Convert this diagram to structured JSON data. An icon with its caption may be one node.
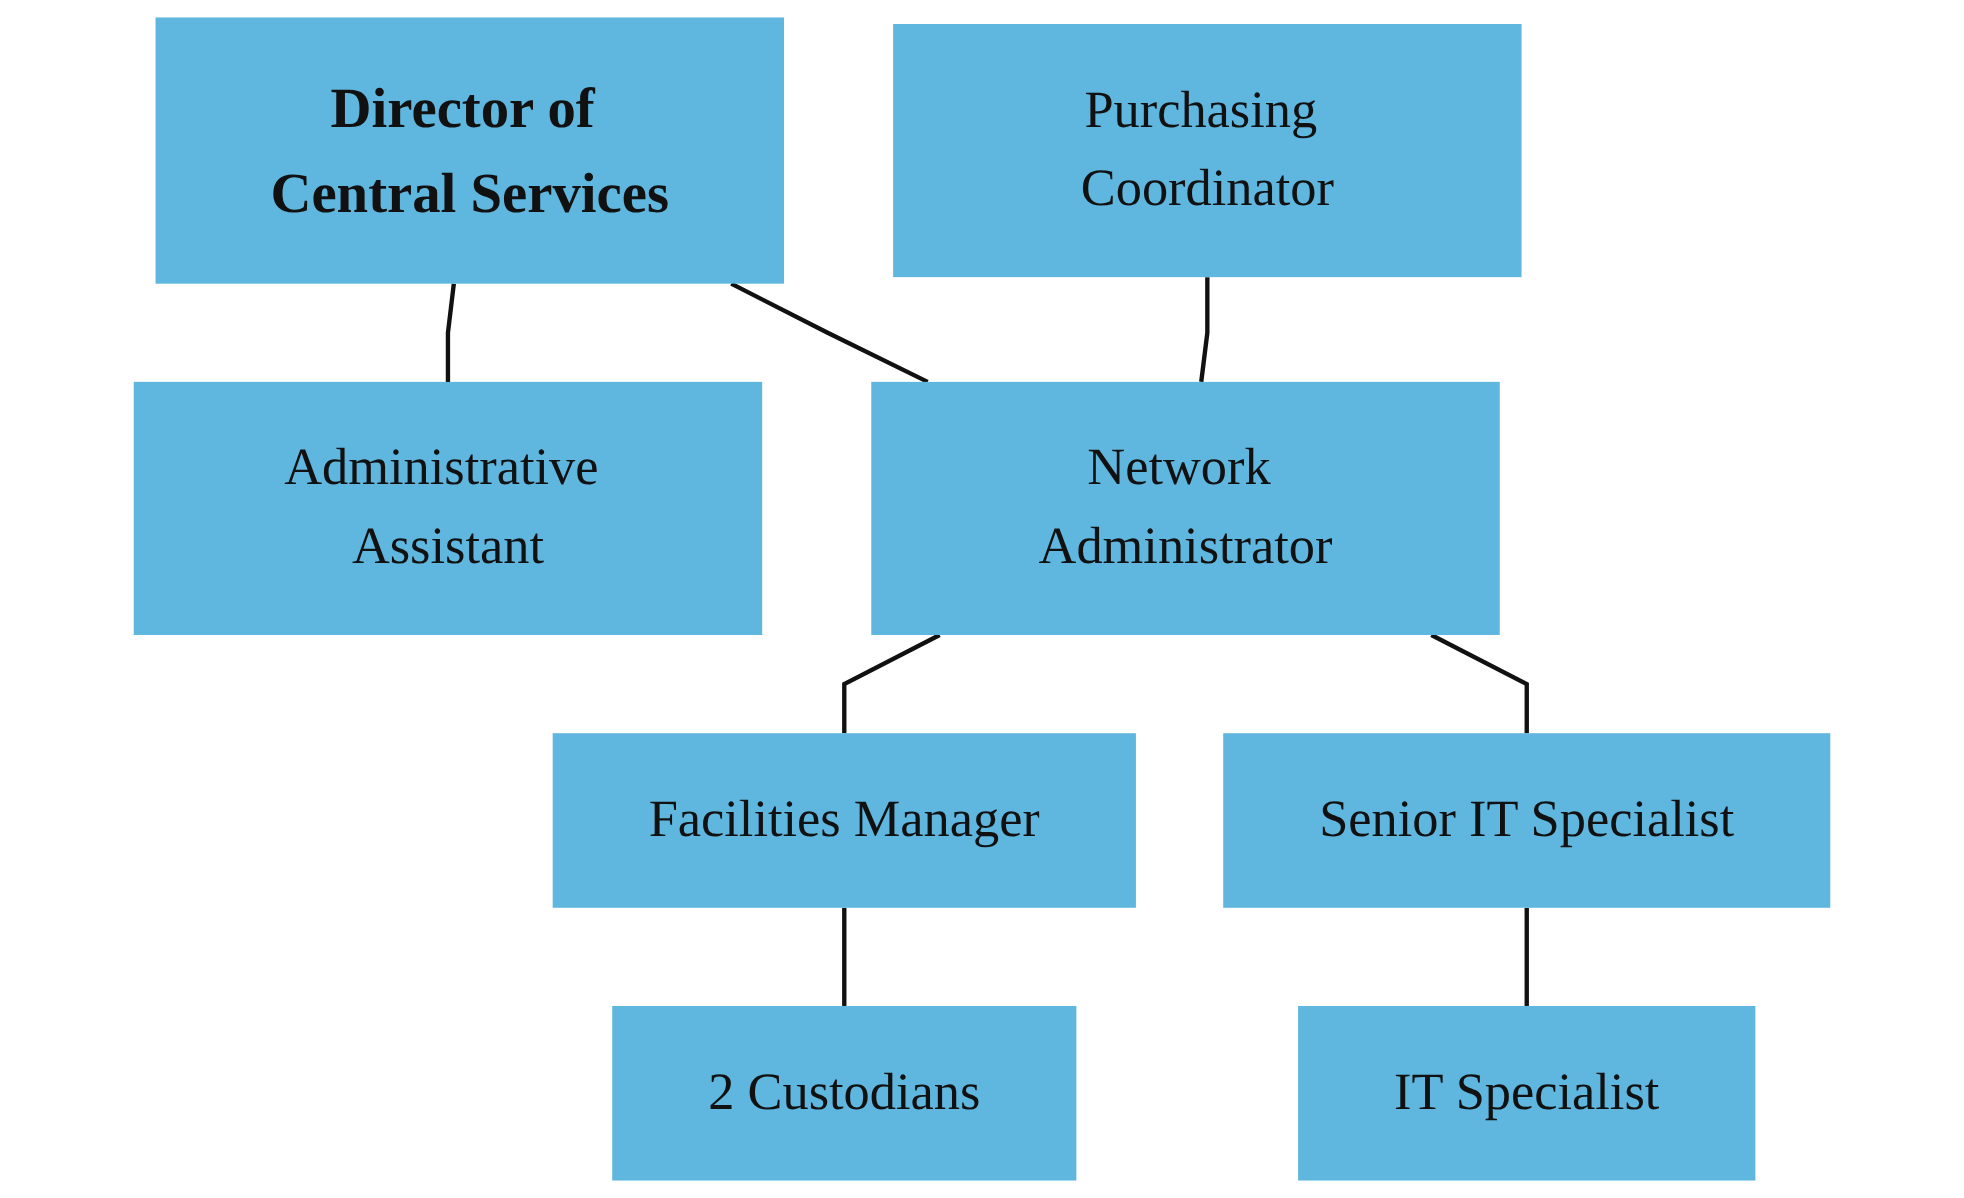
{
  "diagram": {
    "nodes": [
      {
        "text": [
          "Director of Central Services"
        ]
      },
      {
        "text": [
          "Administrative Assistant"
        ]
      },
      {
        "text": [
          "Purchasing Coordinator"
        ]
      },
      {
        "text": [
          "Network Administrator"
        ]
      },
      {
        "text": [
          "Facilities Manager"
        ]
      },
      {
        "text": [
          "Senior IT Specialist"
        ]
      },
      {
        "text": [
          "2 Custodians"
        ]
      },
      {
        "text": [
          "IT Specialist"
        ]
      }
    ],
    "edges": [
      {
        "from": 0,
        "to": 3,
        "arrow": "none"
      },
      {
        "from": 0,
        "to": 1,
        "arrow": "none"
      },
      {
        "from": 2,
        "to": 3,
        "arrow": "none"
      },
      {
        "from": 3,
        "to": 4,
        "arrow": "none"
      },
      {
        "from": 3,
        "to": 5,
        "arrow": "none"
      },
      {
        "from": 4,
        "to": 6,
        "arrow": "none"
      },
      {
        "from": 5,
        "to": 7,
        "arrow": "none"
      }
    ]
  }
}
